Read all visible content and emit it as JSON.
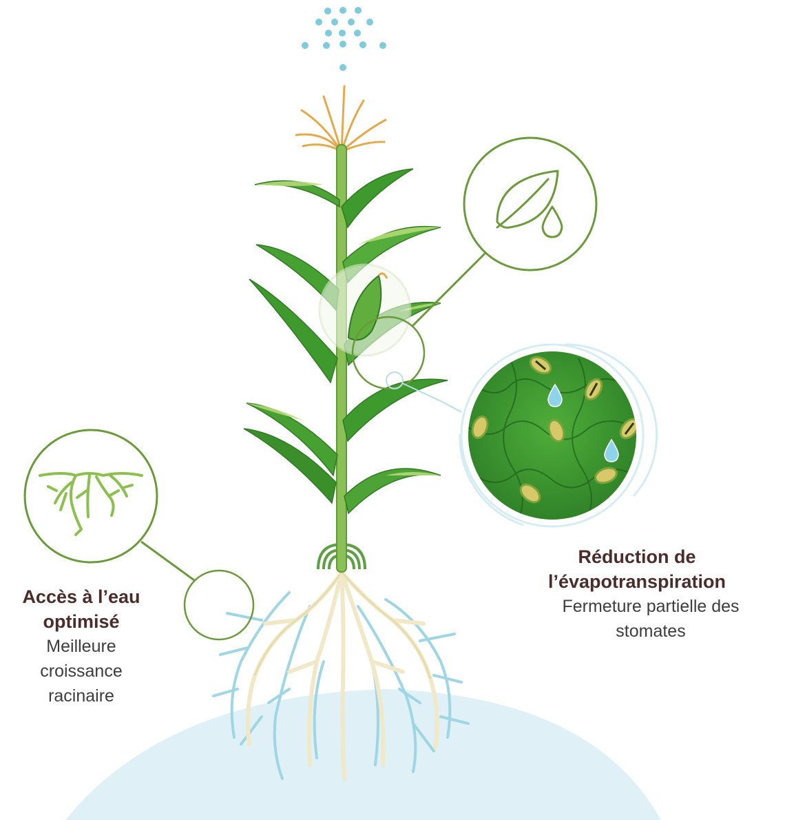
{
  "left_callout": {
    "title_line1": "Accès à l’eau",
    "title_line2": "optimisé",
    "desc_line1": "Meilleure",
    "desc_line2": "croissance",
    "desc_line3": "racinaire",
    "icon": "roots-icon"
  },
  "right_callout": {
    "title_line1": "Réduction de",
    "title_line2": "l’évapotranspiration",
    "desc_line1": "Fermeture partielle des",
    "desc_line2": "stomates",
    "icon": "leaf-water-drop-icon"
  },
  "colors": {
    "callout_green": "#6b9a3a",
    "leaf_green": "#3f9a2e",
    "leaf_light": "#b8dc7a",
    "root_cream": "#f2ecd0",
    "water_blue": "#7ecbdc",
    "ground_blue": "#dff1f6",
    "title_brown": "#4a2c2a"
  }
}
